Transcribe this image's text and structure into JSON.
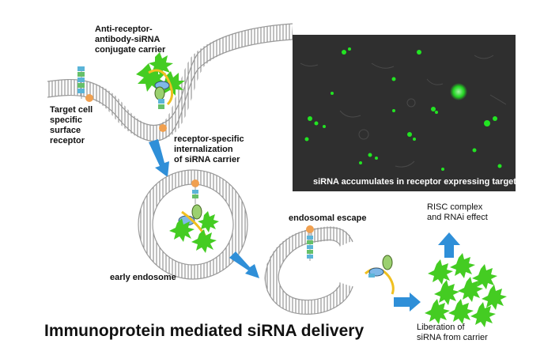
{
  "labels": {
    "carrier": "Anti-receptor-\nantibody-siRNA\nconjugate carrier",
    "target_receptor": "Target cell\nspecific\nsurface\nreceptor",
    "internalization": "receptor-specific\ninternalization\nof siRNA carrier",
    "micrograph_caption": "siRNA accumulates in receptor expressing target cells",
    "early_endosome": "early endosome",
    "endosomal_escape": "endosomal escape",
    "risc": "RISC complex\nand RNAi effect",
    "liberation": "Liberation of\nsiRNA from carrier",
    "title": "Immunoprotein mediated siRNA delivery"
  },
  "colors": {
    "arrow": "#2f8fd8",
    "membrane": "#9a9a9a",
    "receptor_head": "#f0a050",
    "sirna_green": "#44cc22",
    "micrograph_bg": "#2a2a2a",
    "fluorescence": "#22ee22"
  }
}
